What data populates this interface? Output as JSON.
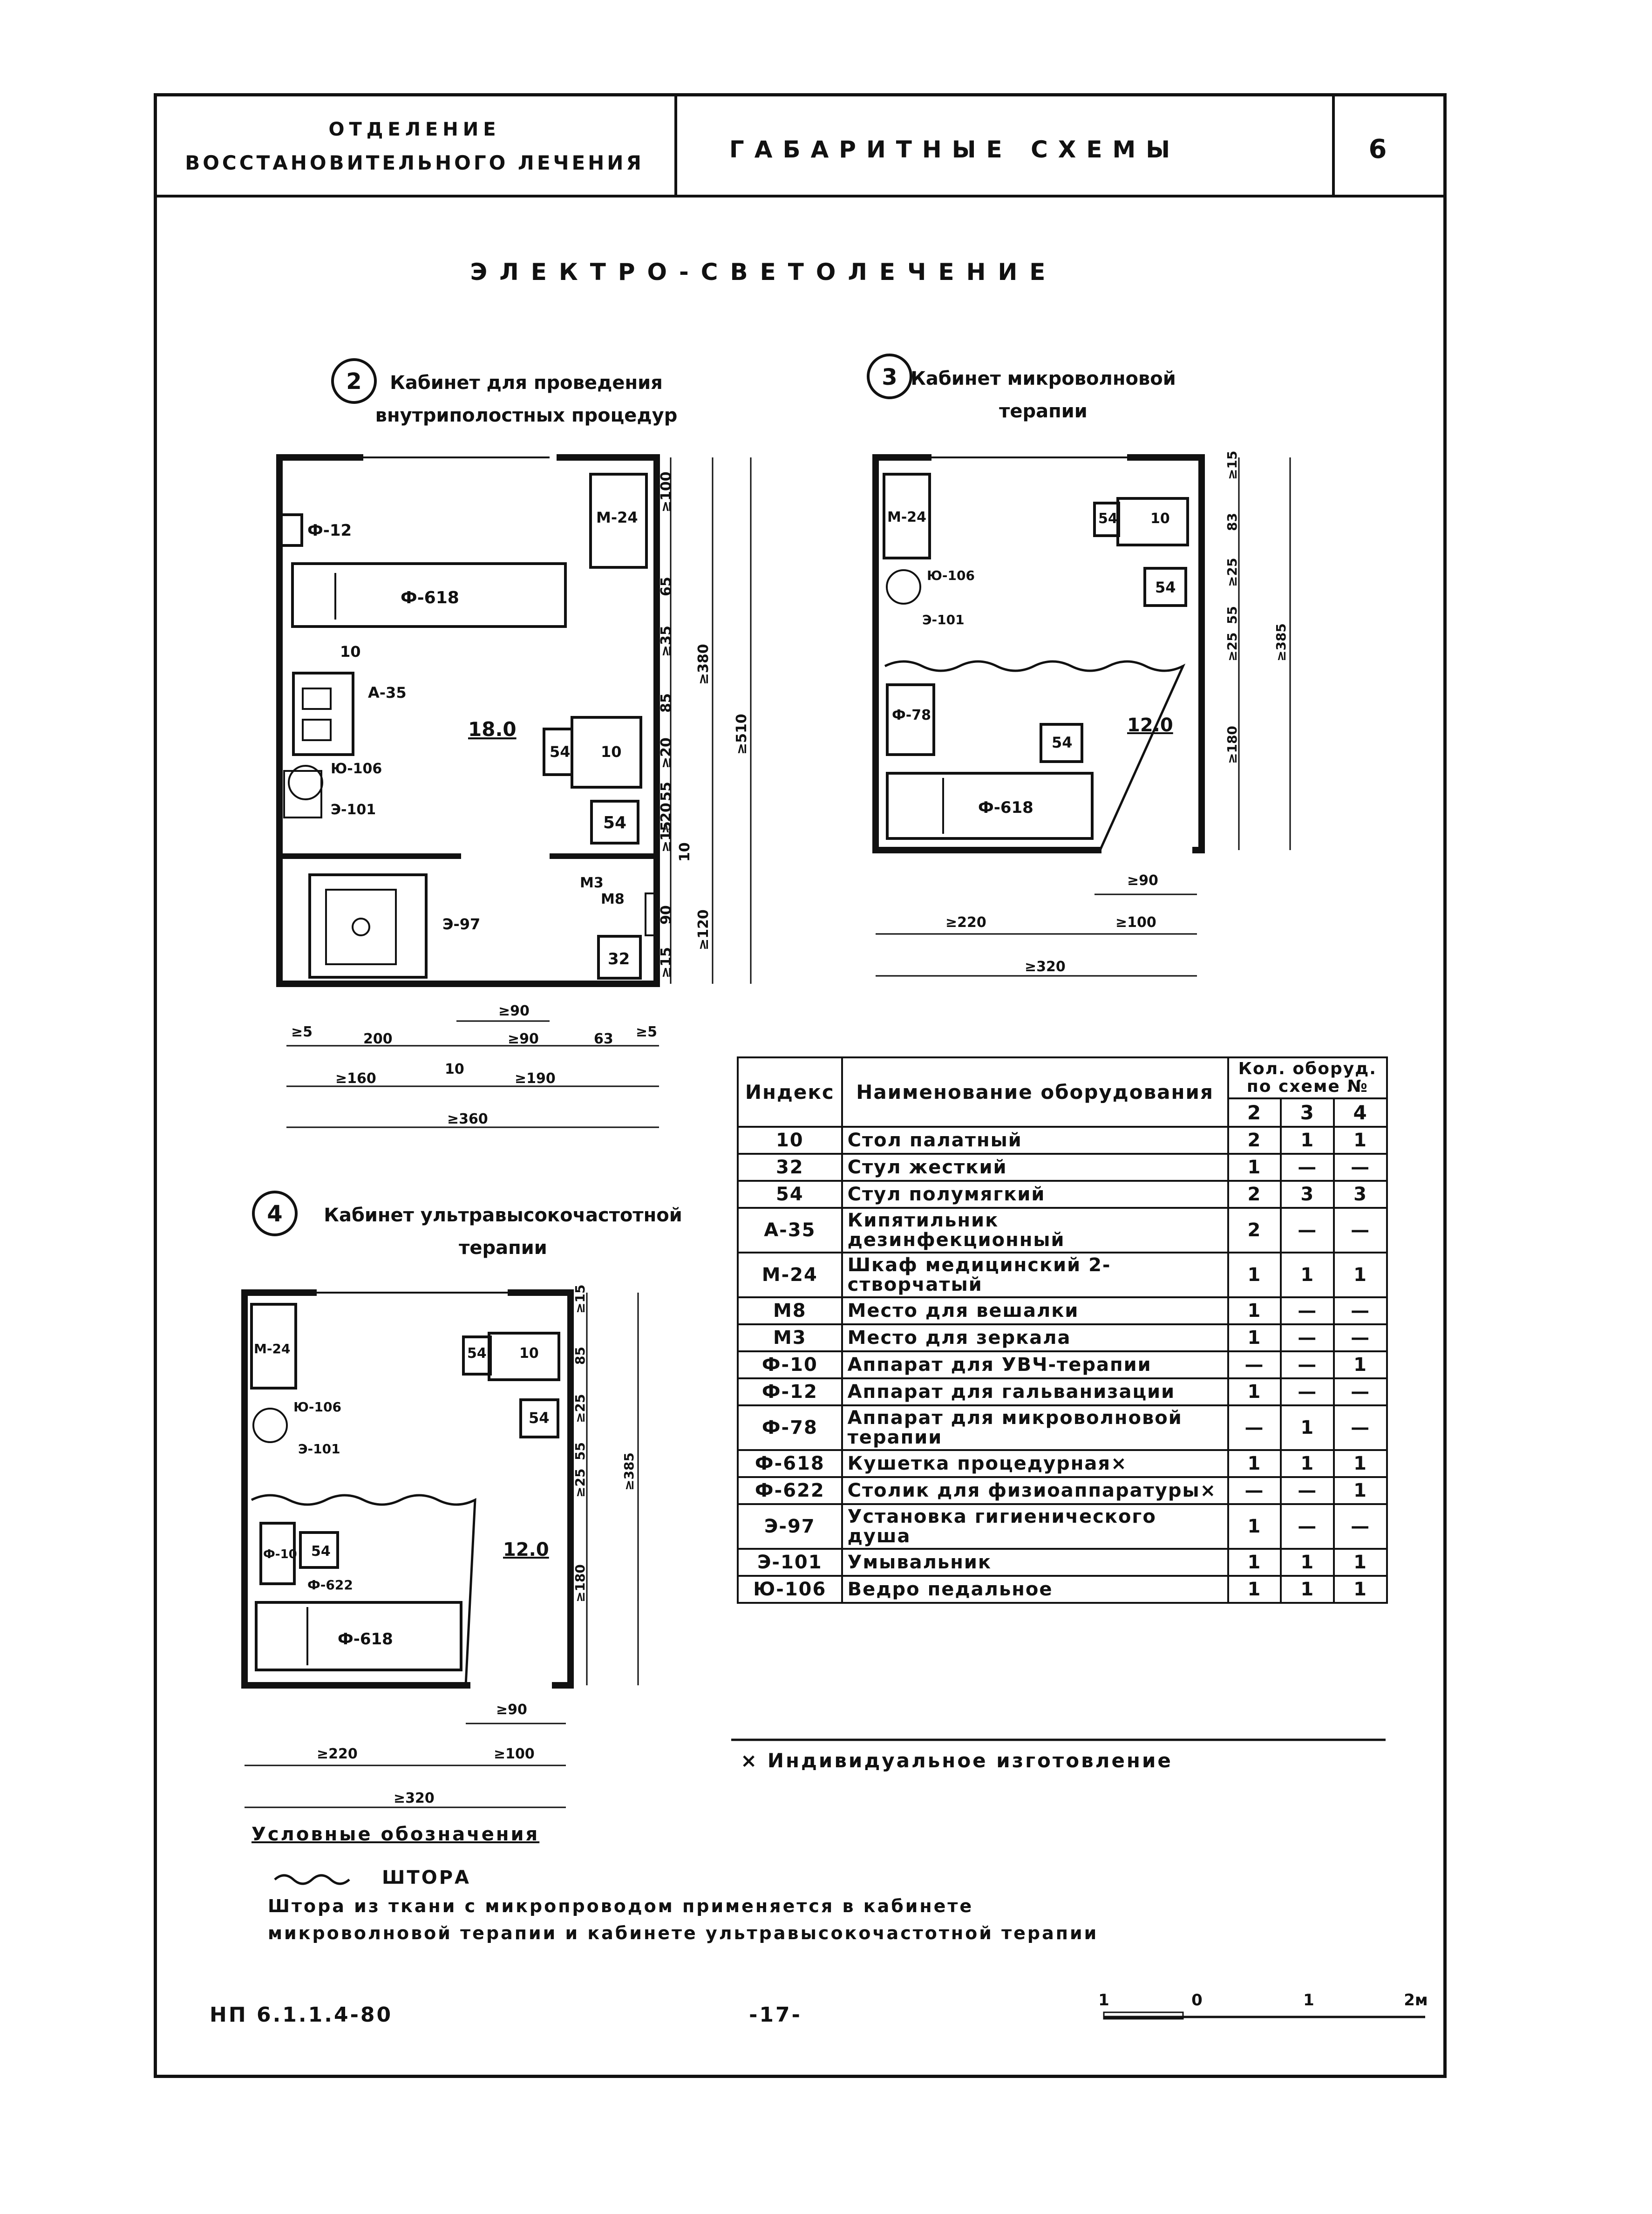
{
  "header": {
    "department_line1": "ОТДЕЛЕНИЕ",
    "department_line2": "ВОССТАНОВИТЕЛЬНОГО ЛЕЧЕНИЯ",
    "section_title": "ГАБАРИТНЫЕ СХЕМЫ",
    "sheet_number": "6"
  },
  "page_title": "ЭЛЕКТРО-СВЕТОЛЕЧЕНИЕ",
  "plans": [
    {
      "number": "2",
      "title_line1": "Кабинет для проведения",
      "title_line2": "внутриполостных процедур",
      "area": "18.0",
      "labels": {
        "f12": "Ф-12",
        "f618": "Ф-618",
        "ten": "10",
        "a35": "А-35",
        "yu106": "Ю-106",
        "e101": "Э-101",
        "m24": "М-24",
        "chair_desk_54": "54",
        "desk_10": "10",
        "chair_54": "54",
        "m3": "М3",
        "m8": "М8",
        "e97": "Э-97",
        "chair_32": "32"
      },
      "dims_vertical": [
        "≥100",
        "65",
        "≥35",
        "85",
        "≥20",
        "55",
        "≥20",
        "≥15",
        "10",
        "90",
        "≥15"
      ],
      "dims_vertical_total": [
        "≥380",
        "≥120",
        "≥510"
      ],
      "dims_horizontal": [
        "≥5",
        "200",
        "≥90",
        "≥90",
        "63",
        "≥5",
        "≥160",
        "10",
        "≥190",
        "≥360"
      ]
    },
    {
      "number": "3",
      "title_line1": "Кабинет микроволновой",
      "title_line2": "терапии",
      "area": "12.0",
      "labels": {
        "m24": "М-24",
        "chair_desk_54": "54",
        "desk_10": "10",
        "chair_54": "54",
        "yu106": "Ю-106",
        "e101": "Э-101",
        "f78": "Ф-78",
        "chair_54b": "54",
        "f618": "Ф-618"
      },
      "dims_vertical": [
        "≥15",
        "83",
        "≥25",
        "55",
        "≥25",
        "≥180"
      ],
      "dims_vertical_total": [
        "≥385"
      ],
      "dims_horizontal": [
        "≥90",
        "≥220",
        "≥100",
        "≥320"
      ]
    },
    {
      "number": "4",
      "title_line1": "Кабинет ультравысокочастотной",
      "title_line2": "терапии",
      "area": "12.0",
      "labels": {
        "m24": "М-24",
        "chair_desk_54": "54",
        "desk_10": "10",
        "chair_54": "54",
        "yu106": "Ю-106",
        "e101": "Э-101",
        "f10": "Ф-10",
        "chair_54b": "54",
        "f622": "Ф-622",
        "f618": "Ф-618"
      },
      "dims_vertical": [
        "≥15",
        "85",
        "≥25",
        "55",
        "≥25",
        "≥180"
      ],
      "dims_vertical_total": [
        "≥385"
      ],
      "dims_horizontal": [
        "≥90",
        "≥220",
        "≥100",
        "≥320"
      ]
    }
  ],
  "equipment_table": {
    "col_index": "Индекс",
    "col_name": "Наименование оборудования",
    "col_count": "Кол. оборуд. по схеме №",
    "schemes": [
      "2",
      "3",
      "4"
    ],
    "rows": [
      {
        "index": "10",
        "name": "Стол палатный",
        "c2": "2",
        "c3": "1",
        "c4": "1"
      },
      {
        "index": "32",
        "name": "Стул жесткий",
        "c2": "1",
        "c3": "—",
        "c4": "—"
      },
      {
        "index": "54",
        "name": "Стул полумягкий",
        "c2": "2",
        "c3": "3",
        "c4": "3"
      },
      {
        "index": "А-35",
        "name": "Кипятильник дезинфекционный",
        "c2": "2",
        "c3": "—",
        "c4": "—"
      },
      {
        "index": "М-24",
        "name": "Шкаф медицинский 2-створчатый",
        "c2": "1",
        "c3": "1",
        "c4": "1"
      },
      {
        "index": "М8",
        "name": "Место для вешалки",
        "c2": "1",
        "c3": "—",
        "c4": "—"
      },
      {
        "index": "М3",
        "name": "Место для зеркала",
        "c2": "1",
        "c3": "—",
        "c4": "—"
      },
      {
        "index": "Ф-10",
        "name": "Аппарат для УВЧ-терапии",
        "c2": "—",
        "c3": "—",
        "c4": "1"
      },
      {
        "index": "Ф-12",
        "name": "Аппарат для гальванизации",
        "c2": "1",
        "c3": "—",
        "c4": "—"
      },
      {
        "index": "Ф-78",
        "name": "Аппарат для микроволновой терапии",
        "c2": "—",
        "c3": "1",
        "c4": "—"
      },
      {
        "index": "Ф-618",
        "name": "Кушетка процедурная×",
        "c2": "1",
        "c3": "1",
        "c4": "1"
      },
      {
        "index": "Ф-622",
        "name": "Столик для физиоаппаратуры×",
        "c2": "—",
        "c3": "—",
        "c4": "1"
      },
      {
        "index": "Э-97",
        "name": "Установка гигиенического душа",
        "c2": "1",
        "c3": "—",
        "c4": "—"
      },
      {
        "index": "Э-101",
        "name": "Умывальник",
        "c2": "1",
        "c3": "1",
        "c4": "1"
      },
      {
        "index": "Ю-106",
        "name": "Ведро педальное",
        "c2": "1",
        "c3": "1",
        "c4": "1"
      }
    ]
  },
  "footnote": "× Индивидуальное изготовление",
  "legend": {
    "title": "Условные обозначения",
    "curtain_label": "ШТОРА",
    "note_line1": "Штора из ткани с микропроводом применяется в кабинете",
    "note_line2": "микроволновой терапии и кабинете ультравысокочастотной терапии"
  },
  "footer": {
    "doc_code": "НП 6.1.1.4-80",
    "page_number": "-17-",
    "scale_labels": [
      "1",
      "0",
      "1",
      "2м"
    ]
  }
}
